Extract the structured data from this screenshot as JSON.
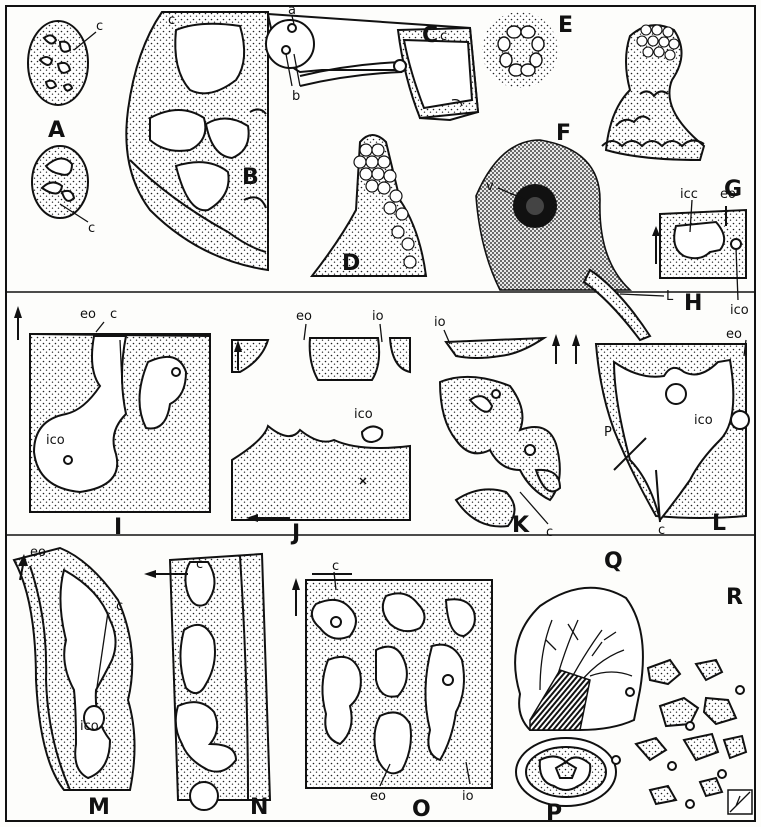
{
  "panel_letters": [
    "A",
    "B",
    "C",
    "D",
    "E",
    "F",
    "G",
    "H",
    "I",
    "J",
    "K",
    "L",
    "M",
    "N",
    "O",
    "P",
    "Q",
    "R"
  ],
  "annotations": {
    "A_c_top": "c",
    "A_c_bottom": "c",
    "B_c": "c",
    "C_a": "a",
    "C_b": "b",
    "C_c": "c",
    "F_v": "v",
    "F_l": "L",
    "H_icc": "icc",
    "H_eo": "eo",
    "H_ico": "ico",
    "I_eo": "eo",
    "I_c": "c",
    "I_ico": "ico",
    "J_eo": "eo",
    "J_io": "io",
    "J_ico": "ico",
    "K_io": "io",
    "K_c": "c",
    "L_eo": "eo",
    "L_p": "P",
    "L_ico": "ico",
    "L_c": "c",
    "M_eo": "eo",
    "M_c": "c",
    "M_ico": "ico",
    "N_c": "c",
    "O_c": "c",
    "O_eo": "eo",
    "O_io": "io"
  }
}
